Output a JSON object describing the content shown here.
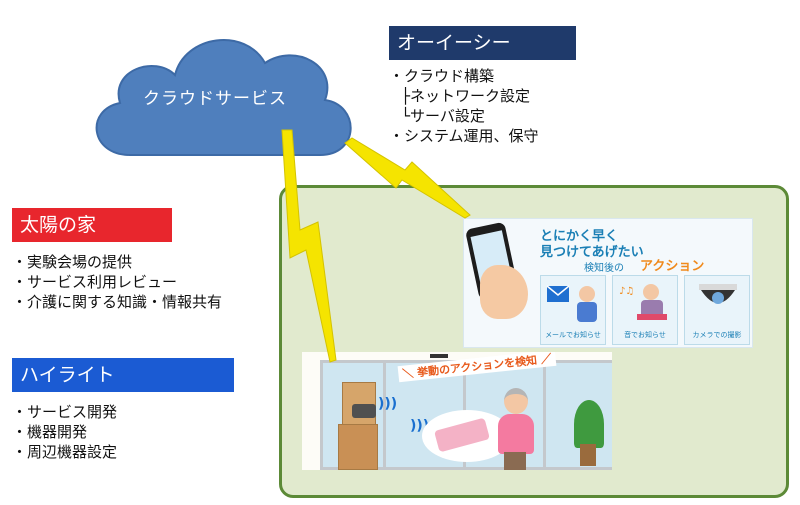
{
  "cloud": {
    "label": "クラウドサービス",
    "color": "#4f7fbd"
  },
  "oic": {
    "title": "オーイーシー",
    "items": [
      "・クラウド構築",
      "├ネットワーク設定",
      "└サーバ設定",
      "・システム運用、保守"
    ]
  },
  "taiyo": {
    "title": "太陽の家",
    "items": [
      "・実験会場の提供",
      "・サービス利用レビュー",
      "・介護に関する知識・情報共有"
    ]
  },
  "highlight": {
    "title": "ハイライト",
    "items": [
      "・サービス開発",
      "・機器開発",
      "・周辺機器設定"
    ]
  },
  "promo": {
    "title_line1": "とにかく早く",
    "title_line2": "見つけてあげたい",
    "subtitle": "検知後の",
    "action": "アクション",
    "cards": [
      {
        "caption": "メールでお知らせ",
        "icon": "mail-icon"
      },
      {
        "caption": "音でお知らせ",
        "icon": "sound-icon"
      },
      {
        "caption": "カメラでの撮影",
        "icon": "camera-icon"
      }
    ]
  },
  "room": {
    "banner": "＼ 挙動のアクションを検知 ／"
  },
  "colors": {
    "navy": "#1f3a6b",
    "red": "#e8262d",
    "blue": "#1b5bd3",
    "panel_bg": "#e1eace",
    "panel_border": "#5c8a37",
    "bolt": "#f5e400"
  }
}
